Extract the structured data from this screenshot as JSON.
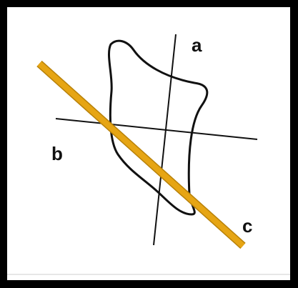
{
  "diagram": {
    "labels": {
      "a": "a",
      "b": "b",
      "c": "c"
    },
    "colors": {
      "background": "#ffffff",
      "frame": "#000000",
      "outline": "#111111",
      "axis_lines": "#111111",
      "highlight_line": "#e6a514",
      "highlight_line_edge": "#b88109",
      "divider": "#cfcfcf"
    }
  }
}
